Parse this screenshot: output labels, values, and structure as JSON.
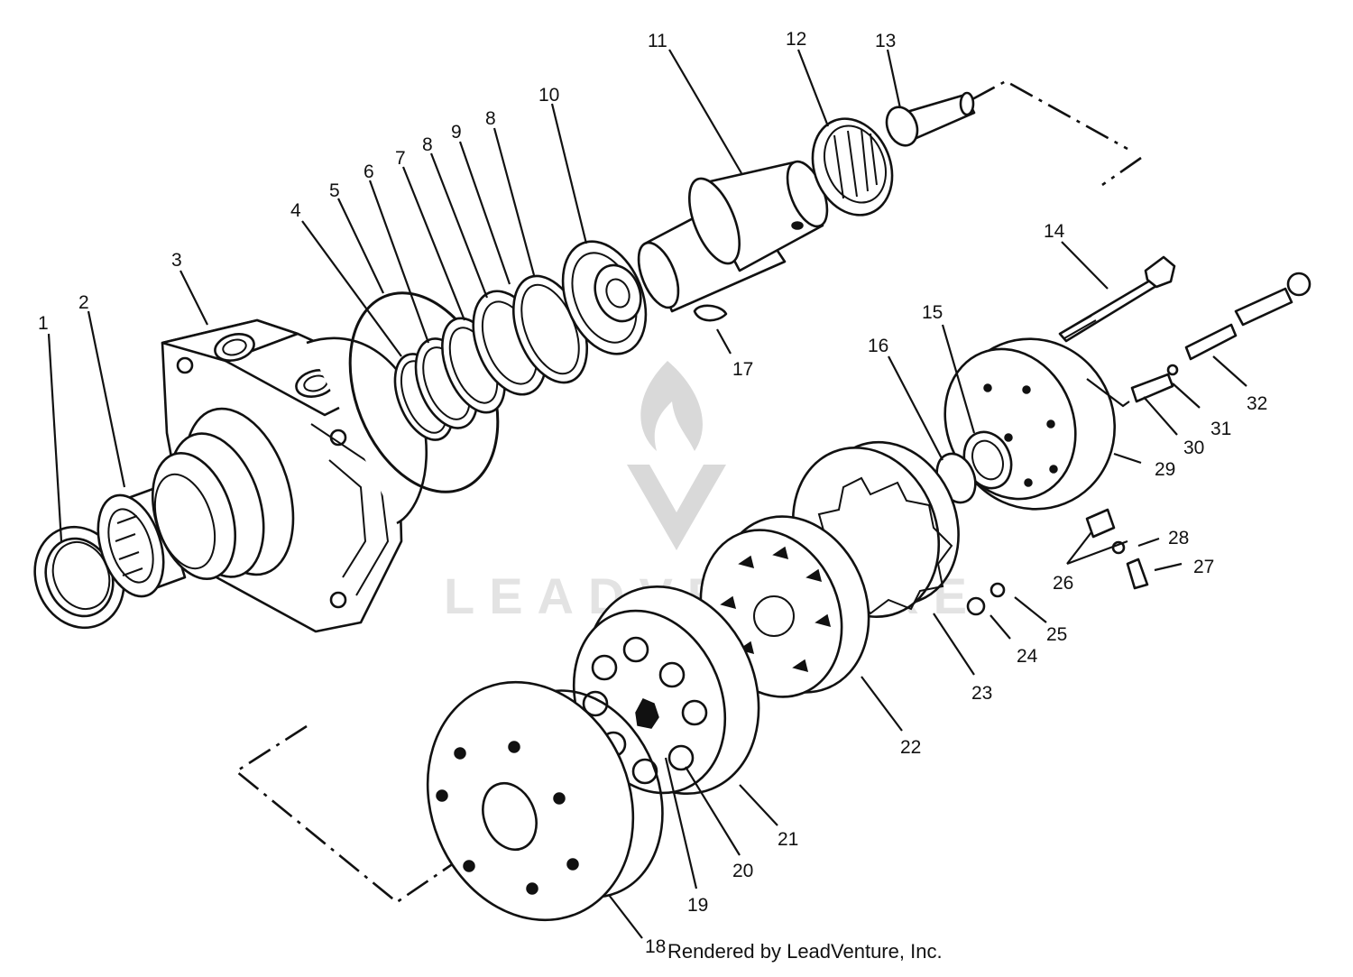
{
  "watermark": {
    "brand": "LEADVENTURE"
  },
  "credit": "Rendered by LeadVenture, Inc.",
  "callouts": [
    {
      "id": "c1",
      "text": "1"
    },
    {
      "id": "c2",
      "text": "2"
    },
    {
      "id": "c3",
      "text": "3"
    },
    {
      "id": "c4",
      "text": "4"
    },
    {
      "id": "c5",
      "text": "5"
    },
    {
      "id": "c6",
      "text": "6"
    },
    {
      "id": "c7",
      "text": "7"
    },
    {
      "id": "c8a",
      "text": "8"
    },
    {
      "id": "c9",
      "text": "9"
    },
    {
      "id": "c8b",
      "text": "8"
    },
    {
      "id": "c10",
      "text": "10"
    },
    {
      "id": "c11",
      "text": "11"
    },
    {
      "id": "c12",
      "text": "12"
    },
    {
      "id": "c13",
      "text": "13"
    },
    {
      "id": "c14",
      "text": "14"
    },
    {
      "id": "c15",
      "text": "15"
    },
    {
      "id": "c16",
      "text": "16"
    },
    {
      "id": "c17",
      "text": "17"
    },
    {
      "id": "c18",
      "text": "18"
    },
    {
      "id": "c19",
      "text": "19"
    },
    {
      "id": "c20",
      "text": "20"
    },
    {
      "id": "c21",
      "text": "21"
    },
    {
      "id": "c22",
      "text": "22"
    },
    {
      "id": "c23",
      "text": "23"
    },
    {
      "id": "c24",
      "text": "24"
    },
    {
      "id": "c25",
      "text": "25"
    },
    {
      "id": "c26",
      "text": "26"
    },
    {
      "id": "c27",
      "text": "27"
    },
    {
      "id": "c28",
      "text": "28"
    },
    {
      "id": "c29",
      "text": "29"
    },
    {
      "id": "c30",
      "text": "30"
    },
    {
      "id": "c31",
      "text": "31"
    },
    {
      "id": "c32",
      "text": "32"
    }
  ]
}
